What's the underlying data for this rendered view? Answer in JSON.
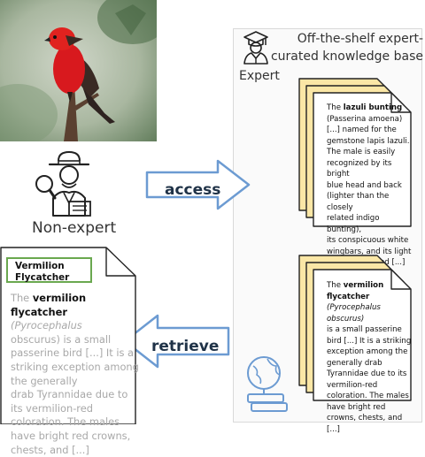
{
  "knowledge_base": {
    "title_line1": "Off-the-shelf expert-",
    "title_line2": "curated knowledge base",
    "expert_label": "Expert"
  },
  "nonexpert_label": "Non-expert",
  "arrows": {
    "access_label": "access",
    "retrieve_label": "retrieve"
  },
  "doc_bunting": {
    "the": "The ",
    "name": "lazuli bunting",
    "lines": [
      "(Passerina amoena)",
      "[...] named for the",
      "gemstone lapis lazuli.",
      "The male is easily",
      "recognized by its bright",
      "blue head and back",
      "(lighter than the closely",
      "related indigo bunting),",
      "its conspicuous white",
      "wingbars, and its light",
      "rusty breast and [...]"
    ]
  },
  "doc_flycatcher": {
    "the": "The ",
    "name1": "vermilion",
    "name2": "flycatcher",
    "lines": [
      "(Pyrocephalus obscurus)",
      "is a small passerine",
      "bird [...] It is a striking",
      "exception among the",
      "generally drab",
      "Tyrannidae due to its",
      "vermilion-red",
      "coloration. The males",
      "have bright red",
      "crowns, chests, and [...]"
    ]
  },
  "retrieved_doc": {
    "title_line1": "Vermilion",
    "title_line2": "Flycatcher",
    "line1_the": "The ",
    "line1_name": "vermilion",
    "line2_name": "flycatcher",
    "line2_rest": " (Pyrocephalus",
    "lines": [
      "obscurus) is a small",
      "passerine bird [...] It is a",
      "striking exception among",
      "the generally",
      "drab Tyrannidae due to",
      "its vermilion-red",
      "coloration. The males",
      "have bright red crowns,",
      "chests, and [...]"
    ]
  },
  "colors": {
    "arrow_fill": "#ffffff",
    "arrow_stroke": "#6c9bd2",
    "doc_fill": "#fbe7a6",
    "doc_stroke": "#222222",
    "highlight_border": "#6aa84f"
  }
}
